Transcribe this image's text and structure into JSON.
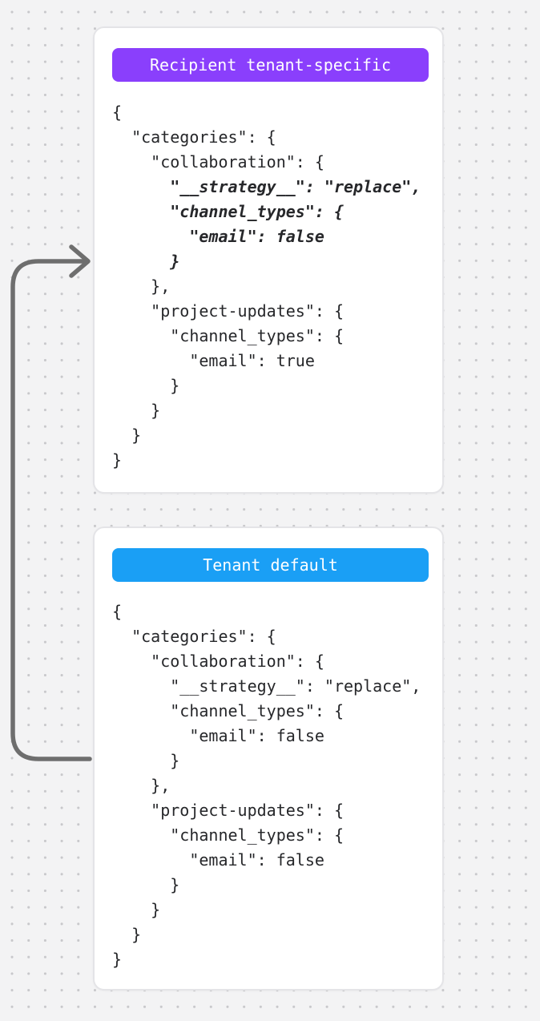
{
  "canvas": {
    "background_color": "#f3f3f4",
    "dot_color": "#c8c8cb"
  },
  "arrow": {
    "description": "curved arrow from tenant-default card pointing up into recipient tenant-specific card",
    "color": "#6e6e6e"
  },
  "cards": [
    {
      "id": "recipient-tenant-specific",
      "badge": {
        "label": "Recipient tenant-specific",
        "color": "#8a3ffc"
      },
      "code_text_color": "#26272a",
      "code_lines": [
        {
          "text": "{",
          "em": false
        },
        {
          "text": "  \"categories\": {",
          "em": false
        },
        {
          "text": "    \"collaboration\": {",
          "em": false
        },
        {
          "text": "      \"__strategy__\": \"replace\",",
          "em": true
        },
        {
          "text": "      \"channel_types\": {",
          "em": true
        },
        {
          "text": "        \"email\": false",
          "em": true
        },
        {
          "text": "      }",
          "em": true
        },
        {
          "text": "    },",
          "em": false
        },
        {
          "text": "    \"project-updates\": {",
          "em": false
        },
        {
          "text": "      \"channel_types\": {",
          "em": false
        },
        {
          "text": "        \"email\": true",
          "em": false
        },
        {
          "text": "      }",
          "em": false
        },
        {
          "text": "    }",
          "em": false
        },
        {
          "text": "  }",
          "em": false
        },
        {
          "text": "}",
          "em": false
        }
      ]
    },
    {
      "id": "tenant-default",
      "badge": {
        "label": "Tenant default",
        "color": "#1a9ff5"
      },
      "code_text_color": "#26272a",
      "code_lines": [
        {
          "text": "{",
          "em": false
        },
        {
          "text": "  \"categories\": {",
          "em": false
        },
        {
          "text": "    \"collaboration\": {",
          "em": false
        },
        {
          "text": "      \"__strategy__\": \"replace\",",
          "em": false
        },
        {
          "text": "      \"channel_types\": {",
          "em": false
        },
        {
          "text": "        \"email\": false",
          "em": false
        },
        {
          "text": "      }",
          "em": false
        },
        {
          "text": "    },",
          "em": false
        },
        {
          "text": "    \"project-updates\": {",
          "em": false
        },
        {
          "text": "      \"channel_types\": {",
          "em": false
        },
        {
          "text": "        \"email\": false",
          "em": false
        },
        {
          "text": "      }",
          "em": false
        },
        {
          "text": "    }",
          "em": false
        },
        {
          "text": "  }",
          "em": false
        },
        {
          "text": "}",
          "em": false
        }
      ]
    }
  ]
}
